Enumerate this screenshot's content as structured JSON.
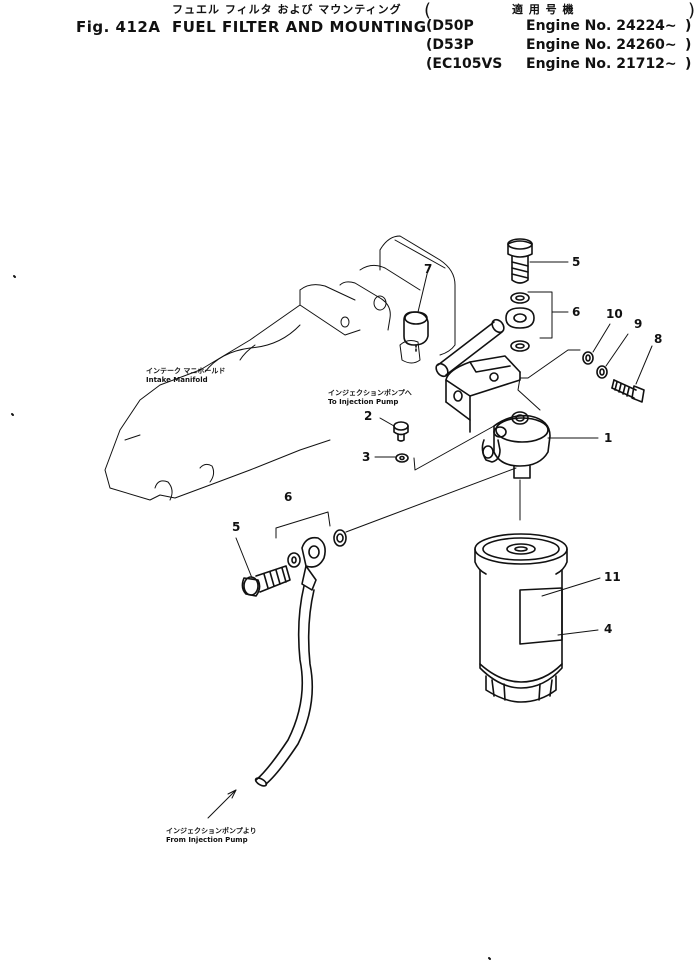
{
  "header": {
    "title_jp": "フュエル フィルタ および マウンティング",
    "fig_number": "Fig. 412A",
    "title_en": "FUEL FILTER AND MOUNTING",
    "applicable_jp": "適 用 号 機",
    "models": [
      {
        "model": "D50P",
        "engine": "Engine No. 24224∼"
      },
      {
        "model": "D53P",
        "engine": "Engine No. 24260∼"
      },
      {
        "model": "EC105VS",
        "engine": "Engine No. 21712∼"
      }
    ]
  },
  "labels": {
    "intake_manifold_jp": "インテーク マニホールド",
    "intake_manifold_en": "Intake Manifold",
    "to_pump_jp": "インジェクションポンプへ",
    "to_pump_en": "To Injection Pump",
    "from_pump_jp": "インジェクションポンプより",
    "from_pump_en": "From Injection Pump"
  },
  "callouts": {
    "c5_top": "5",
    "c6_top": "6",
    "c7": "7",
    "c10": "10",
    "c9": "9",
    "c8": "8",
    "c1": "1",
    "c2": "2",
    "c3": "3",
    "c6_left": "6",
    "c5_left": "5",
    "c11": "11",
    "c4": "4"
  }
}
